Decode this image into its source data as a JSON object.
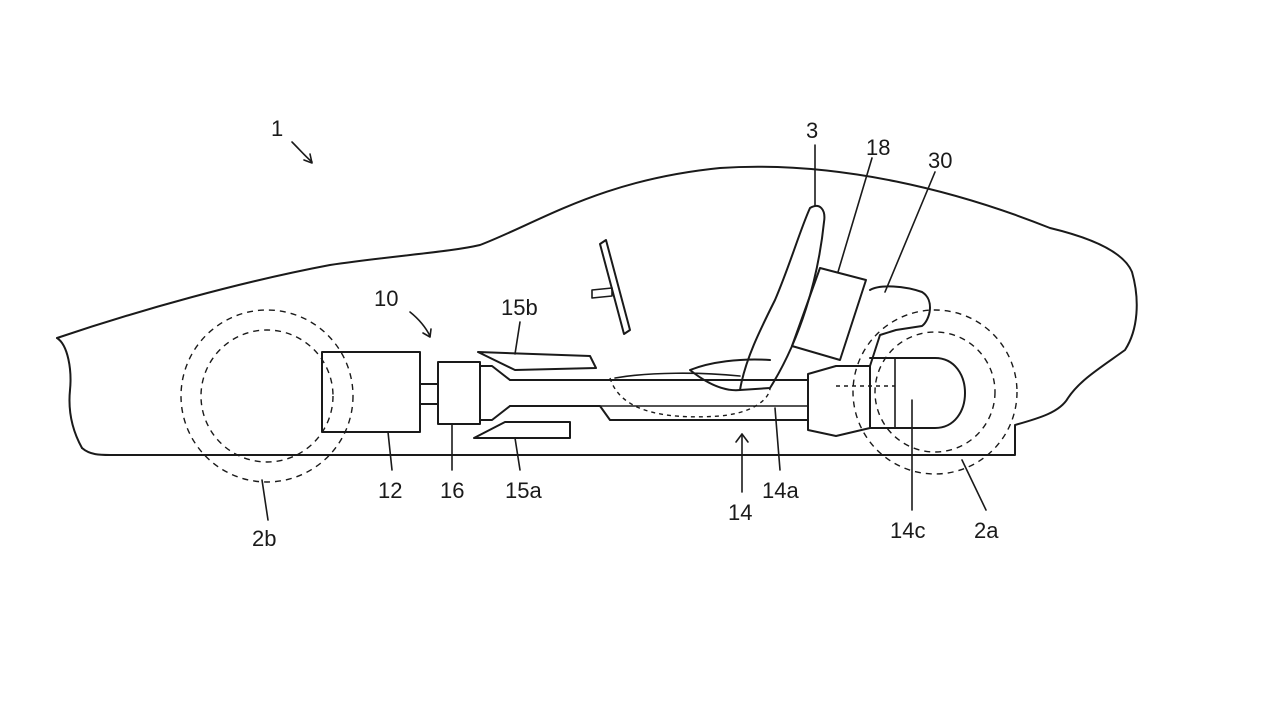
{
  "figure": {
    "colors": {
      "ink": "#1a1a1a",
      "background": "#ffffff"
    },
    "labels": {
      "vehicle": "1",
      "seat": "3",
      "battery": "18",
      "bracket": "30",
      "assembly": "10",
      "component_15b": "15b",
      "component_15a": "15a",
      "component_12": "12",
      "component_16": "16",
      "frame": "14",
      "frame_14a": "14a",
      "frame_14c": "14c",
      "front_wheel": "2a",
      "rear_wheel": "2b"
    }
  }
}
